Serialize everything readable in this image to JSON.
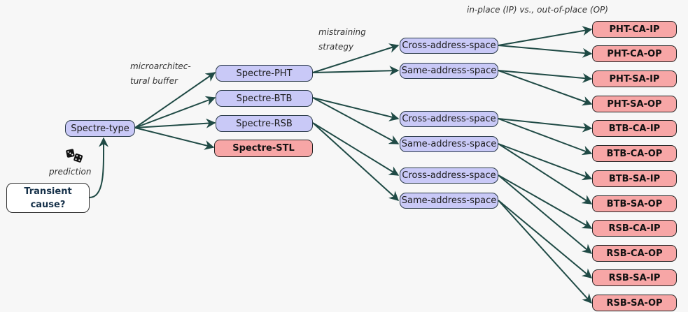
{
  "labels": {
    "top": "in-place (IP) vs., out-of-place (OP)",
    "mistraining_line1": "mistraining",
    "mistraining_line2": "strategy",
    "buffer_line1": "microarchitec-",
    "buffer_line2": "tural buffer",
    "prediction": "prediction"
  },
  "root": {
    "line1": "Transient",
    "line2": "cause?"
  },
  "spectre_type": "Spectre-type",
  "buffers": [
    "Spectre-PHT",
    "Spectre-BTB",
    "Spectre-RSB",
    "Spectre-STL"
  ],
  "strategies": [
    "Cross-address-space",
    "Same-address-space",
    "Cross-address-space",
    "Same-address-space",
    "Cross-address-space",
    "Same-address-space"
  ],
  "leaves": [
    "PHT-CA-IP",
    "PHT-CA-OP",
    "PHT-SA-IP",
    "PHT-SA-OP",
    "BTB-CA-IP",
    "BTB-CA-OP",
    "BTB-SA-IP",
    "BTB-SA-OP",
    "RSB-CA-IP",
    "RSB-CA-OP",
    "RSB-SA-IP",
    "RSB-SA-OP"
  ],
  "colors": {
    "edge": "#1f4a45",
    "node_fill": "#c9c9f7",
    "leaf_fill": "#f7a6a6"
  }
}
